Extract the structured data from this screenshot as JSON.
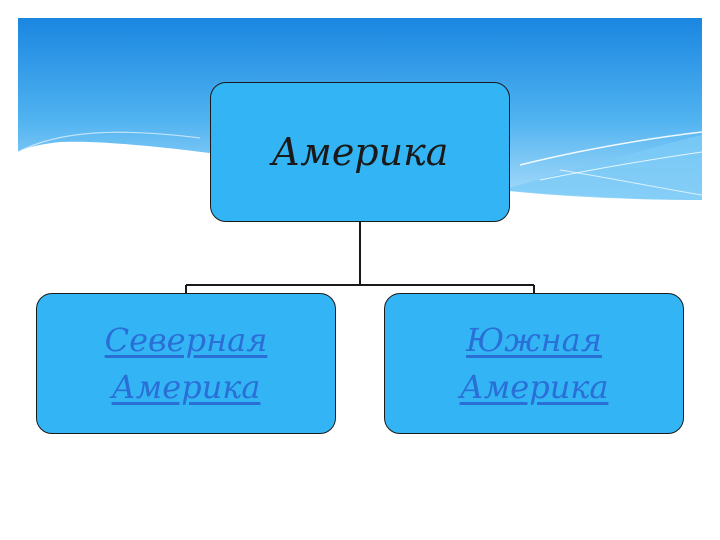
{
  "diagram": {
    "root": {
      "label": "Америка"
    },
    "children": [
      {
        "label": "Северная\nАмерика",
        "is_link": true
      },
      {
        "label": "Южная\nАмерика",
        "is_link": true
      }
    ]
  },
  "colors": {
    "node_fill": "#33b5f5",
    "sky_top": "#1e90e6",
    "sky_light": "#b8e2fb",
    "link_text": "#2a6fd6"
  }
}
